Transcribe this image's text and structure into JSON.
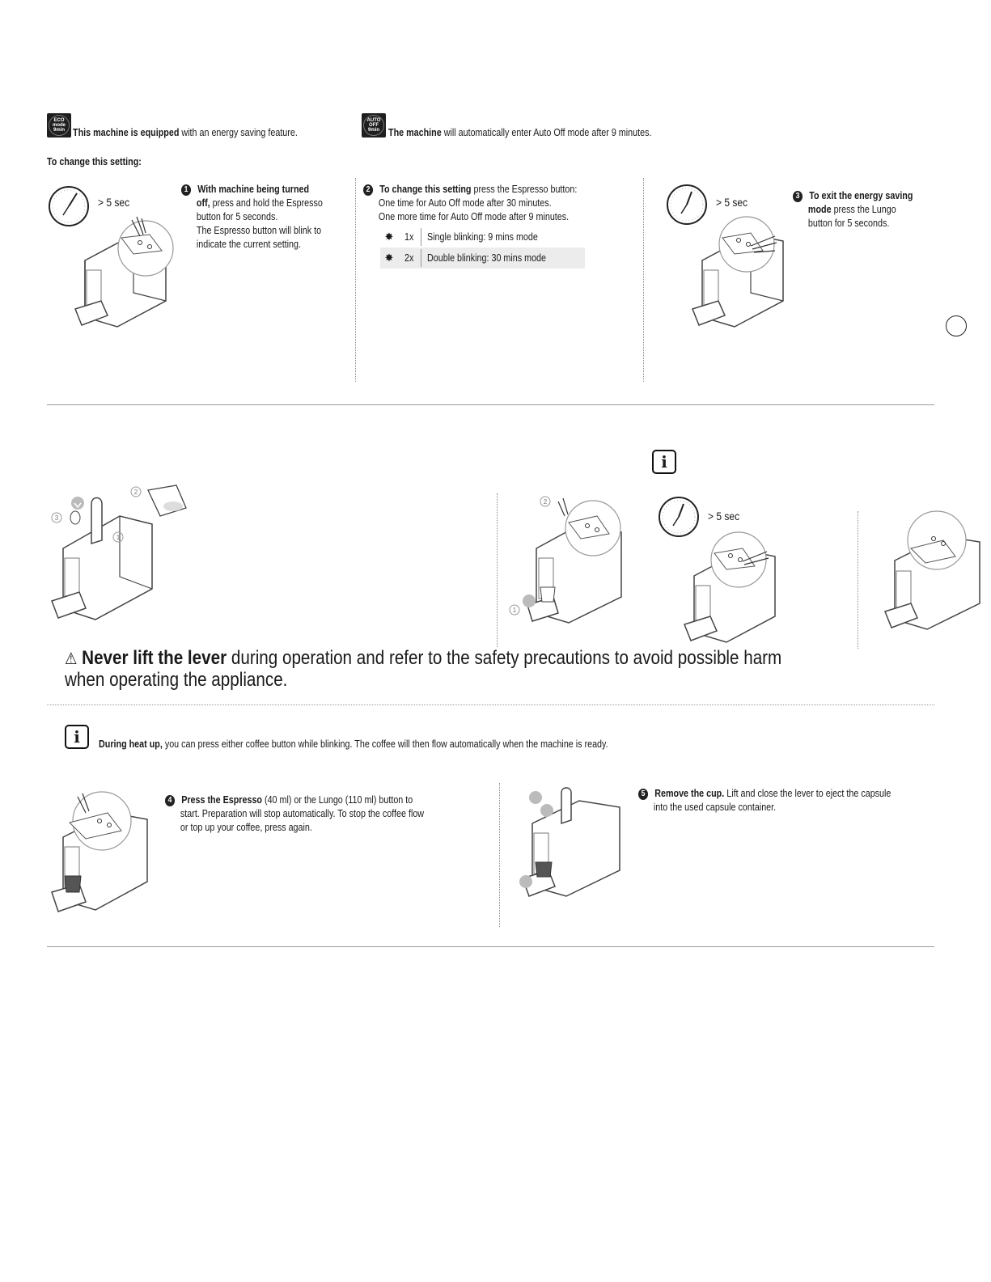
{
  "eco": {
    "badge_lines": [
      "ECO",
      "mode",
      "9min"
    ],
    "text_bold": "This machine is equipped",
    "text": " with an energy saving feature."
  },
  "auto": {
    "badge_lines": [
      "AUTO",
      "OFF",
      "9min"
    ],
    "text_bold": "The machine",
    "text": " will automatically enter Auto Off mode after 9 minutes."
  },
  "change_setting_title": "To change this setting:",
  "step1": {
    "timer_label": "> 5 sec",
    "number": "1",
    "line1_bold": "With machine being turned",
    "line2_bold": "off,",
    "line2": " press and hold the Espresso",
    "line3": "button for 5 seconds.",
    "line4": "The Espresso button will blink to",
    "line5": "indicate the current setting."
  },
  "step2": {
    "number": "2",
    "line1_bold": "To change this setting",
    "line1": " press the Espresso button:",
    "line2": "One time for Auto Off mode after 30 minutes.",
    "line3": "One more time for Auto Off mode after 9 minutes.",
    "table": [
      {
        "count": "1x",
        "desc": "Single blinking: 9 mins mode"
      },
      {
        "count": "2x",
        "desc": "Double blinking: 30 mins mode"
      }
    ]
  },
  "step3": {
    "timer_label": "> 5 sec",
    "number": "3",
    "line1_bold": "To exit the energy saving",
    "line2_bold": "mode",
    "line2": " press the Lungo",
    "line3": "button for 5 seconds."
  },
  "mid": {
    "timer_label": "> 5 sec",
    "callout_labels": [
      "1",
      "2",
      "3"
    ],
    "warning_bold": "Never lift the lever",
    "warning_line1": " during operation and refer to the safety precautions to avoid possible harm",
    "warning_line2": "when operating the appliance."
  },
  "heatup": {
    "text_bold": "During heat up,",
    "text": " you can press either coffee button while blinking. The coffee will then flow automatically when the machine is ready."
  },
  "step4": {
    "number": "4",
    "line1_bold": "Press the Espresso",
    "line1": " (40 ml) or the Lungo (110 ml) button to",
    "line2": "start. Preparation will stop automatically. To stop the coffee flow",
    "line3": "or top up your coffee, press again."
  },
  "step5": {
    "number": "5",
    "line1_bold": "Remove the cup.",
    "line1": " Lift and close the lever to eject the capsule",
    "line2": "into the used capsule container."
  },
  "info_glyph": "i"
}
